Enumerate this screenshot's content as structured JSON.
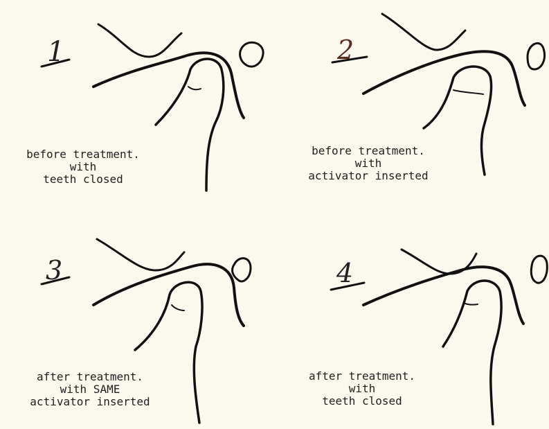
{
  "panels": [
    {
      "number": "1",
      "caption_lines": [
        "before treatment.",
        "with",
        "teeth closed"
      ]
    },
    {
      "number": "2",
      "caption_lines": [
        "before treatment.",
        "with",
        "activator inserted"
      ]
    },
    {
      "number": "3",
      "caption_lines": [
        "after treatment.",
        "with SAME",
        "activator inserted"
      ]
    },
    {
      "number": "4",
      "caption_lines": [
        "after treatment.",
        "with",
        "teeth closed"
      ]
    }
  ]
}
